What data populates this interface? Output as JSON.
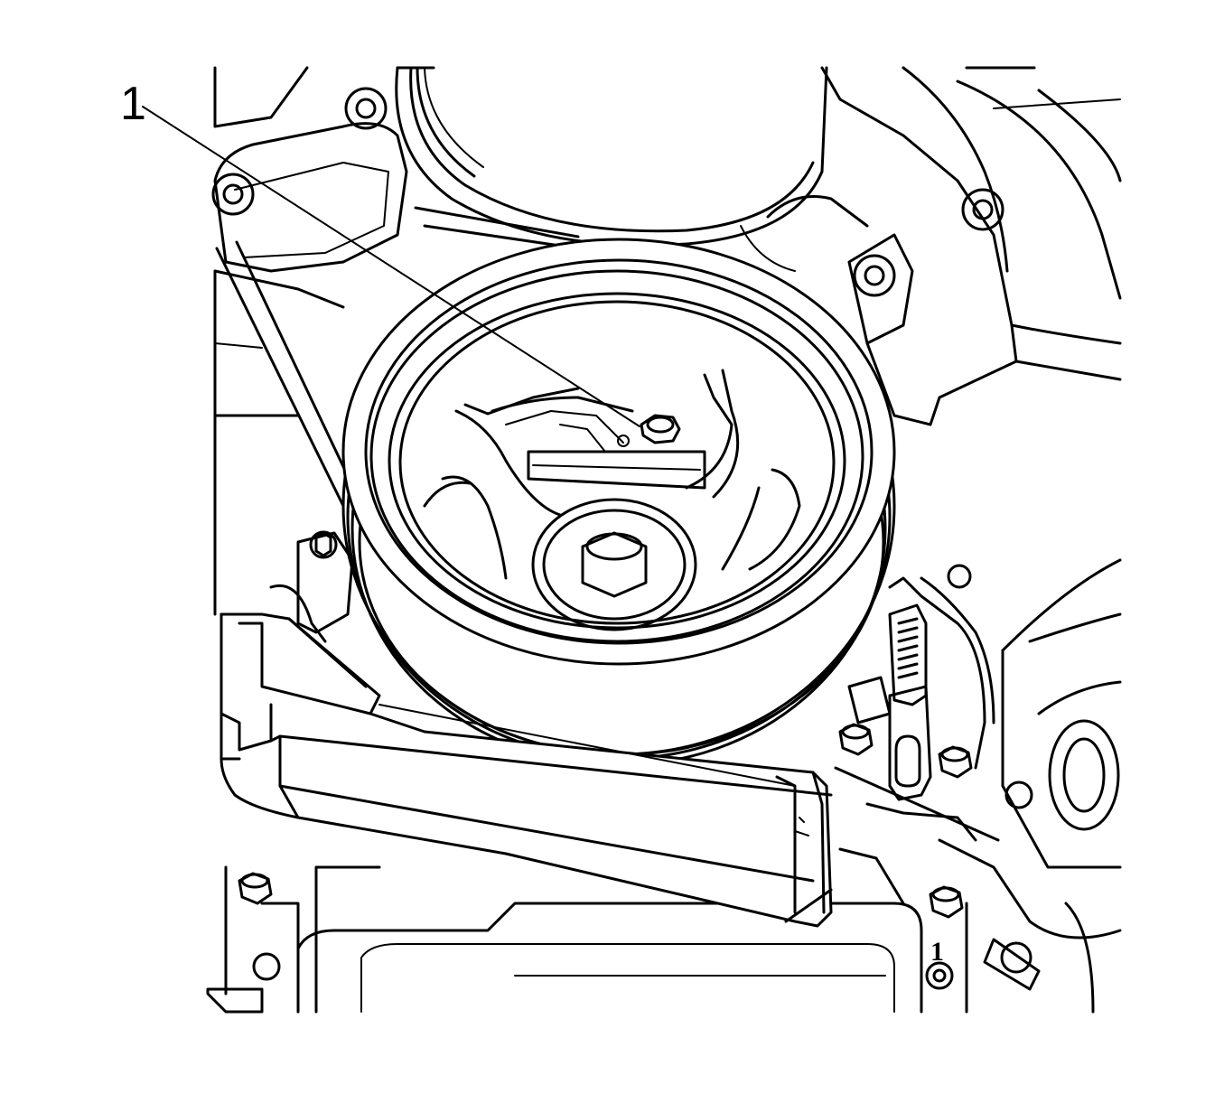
{
  "callouts": [
    {
      "label": "1",
      "target": "crankshaft-balancer-bolt"
    }
  ],
  "timing_mark": {
    "label": "1"
  },
  "colors": {
    "line": "#000000",
    "background": "#ffffff"
  }
}
